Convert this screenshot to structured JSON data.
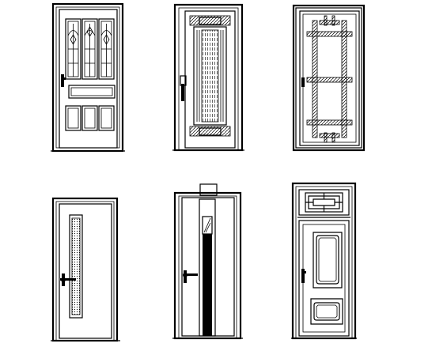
{
  "drawing": {
    "background": "#ffffff",
    "line_color": "#000000",
    "doors": [
      {
        "id": "door-1",
        "style": "three arched glass panes over four raised panels"
      },
      {
        "id": "door-2",
        "style": "central reeded glass panel"
      },
      {
        "id": "door-3",
        "style": "full glass with grille grid"
      },
      {
        "id": "door-4",
        "style": "flush leaf with narrow vertical inlay"
      },
      {
        "id": "door-5",
        "style": "flush leaf with dark vertical stripe"
      },
      {
        "id": "door-6",
        "style": "transom with grille over two moulded panels"
      }
    ]
  }
}
